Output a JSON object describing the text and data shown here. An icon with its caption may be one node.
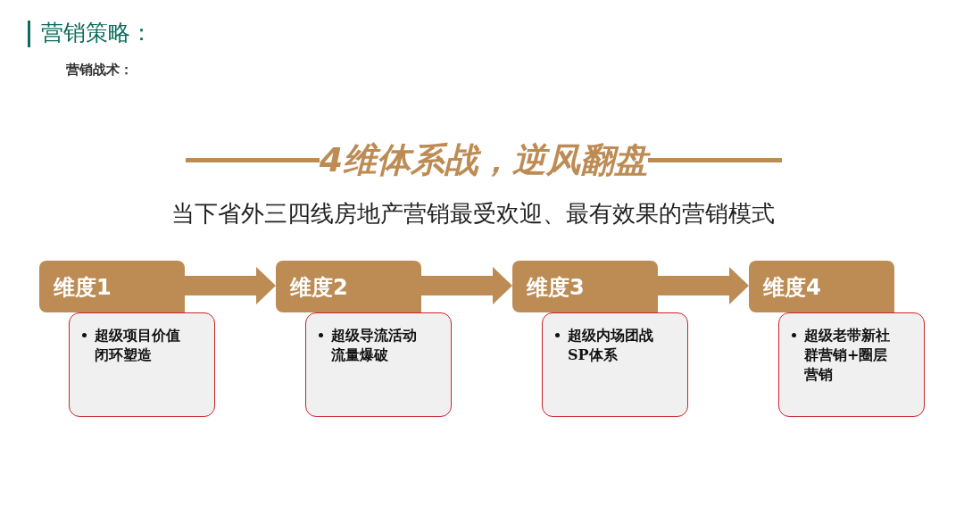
{
  "diagram": {
    "title": "营销策略：",
    "nodes": [
      {
        "text": [
          "维度1"
        ]
      },
      {
        "text": [
          "超级项目价值闭环塑造"
        ]
      },
      {
        "text": [
          "维度2"
        ]
      },
      {
        "text": [
          "超级导流活动流量爆破"
        ]
      },
      {
        "text": [
          "维度3"
        ]
      },
      {
        "text": [
          "超级内场团战SP体系"
        ]
      },
      {
        "text": [
          "维度4"
        ]
      },
      {
        "text": [
          "超级老带新社群营销+圈层营销"
        ]
      }
    ],
    "edges": [
      {
        "from": 0,
        "to": 2,
        "arrow": "to"
      },
      {
        "from": 2,
        "to": 4,
        "arrow": "to"
      },
      {
        "from": 4,
        "to": 6,
        "arrow": "to"
      }
    ],
    "labels": [
      "营销战术：",
      "4维体系战，逆风翻盘",
      "当下省外三四线房地产营销最受欢迎、最有效果的营销模式"
    ]
  }
}
